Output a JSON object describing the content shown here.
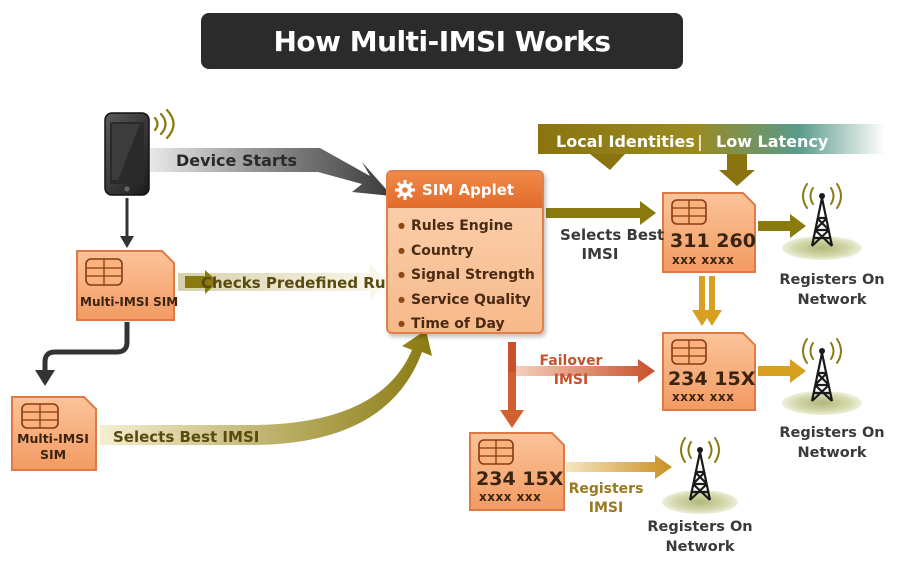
{
  "title": "How Multi-IMSI Works",
  "banner": {
    "left": "Local Identities",
    "divider": "|",
    "right": "Low Latency"
  },
  "labels": {
    "device_starts": "Device Starts",
    "checks_rules": "Checks Predefined Rules",
    "selects_best_imsi_bottom": "Selects Best IMSI",
    "selects_best_top": "Selects Best",
    "selects_best_bottom": "IMSI",
    "failover_top": "Failover",
    "failover_bottom": "IMSI",
    "registers_top": "Registers",
    "registers_bottom": "IMSI"
  },
  "applet": {
    "title": "SIM Applet",
    "items": [
      "Rules Engine",
      "Country",
      "Signal Strength",
      "Service Quality",
      "Time of Day"
    ]
  },
  "sims": {
    "multi_sim_1": "Multi-IMSI SIM",
    "multi_sim_2_line1": "Multi-IMSI",
    "multi_sim_2_line2": "SIM",
    "sim_a_line1": "311 260",
    "sim_a_line2": "xxx xxxx",
    "sim_b_line1": "234 15X",
    "sim_b_line2": "xxxx xxx",
    "sim_c_line1": "234 15X",
    "sim_c_line2": "xxxx xxx"
  },
  "towers": {
    "t1_line1": "Registers On",
    "t1_line2": "Network",
    "t2_line1": "Registers On",
    "t2_line2": "Network",
    "t3_line1": "Registers On",
    "t3_line2": "Network"
  },
  "colors": {
    "title_bg": "#2b2b2b",
    "sim_orange": "#f7a978",
    "sim_border": "#e07a45",
    "olive_arrow": "#8a7a10",
    "red_arrow": "#c8502a",
    "gold_arrow": "#d8a020",
    "banner_olive": "#8a7410",
    "banner_teal": "#2f8a8a"
  },
  "icons": [
    "phone-icon",
    "signal-icon",
    "gear-icon",
    "sim-chip-icon",
    "cell-tower-icon"
  ]
}
